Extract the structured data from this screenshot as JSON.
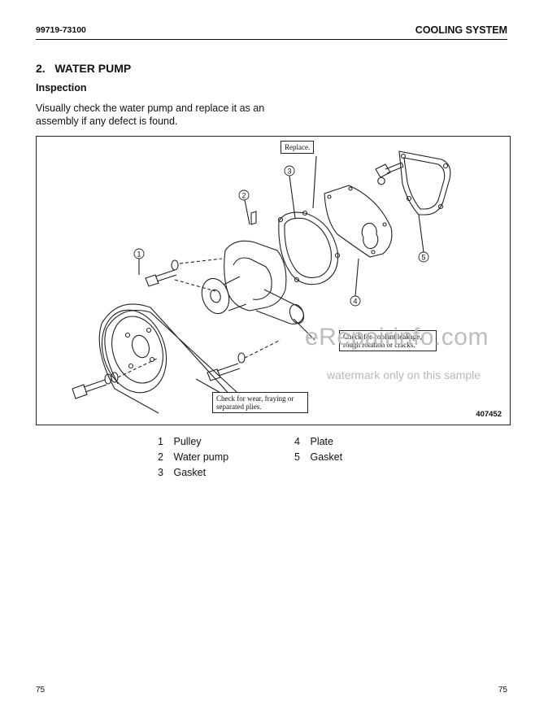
{
  "header": {
    "doc_number": "99719-73100",
    "section": "COOLING SYSTEM"
  },
  "section_title": "2.   WATER PUMP",
  "subsection_title": "Inspection",
  "body_text": "Visually check the water pump and replace it as an assembly if any defect is found.",
  "figure": {
    "callouts": {
      "replace": "Replace.",
      "coolant": "Check for coolant leakage, rough rotation or cracks.",
      "belt": "Check for wear, fraying or separated plies."
    },
    "markers": [
      "1",
      "2",
      "3",
      "4",
      "5"
    ],
    "figure_number": "407452"
  },
  "legend": [
    {
      "num": "1",
      "label": "Pulley"
    },
    {
      "num": "2",
      "label": "Water pump"
    },
    {
      "num": "3",
      "label": "Gasket"
    },
    {
      "num": "4",
      "label": "Plate"
    },
    {
      "num": "5",
      "label": "Gasket"
    }
  ],
  "watermark": {
    "site": "eRepairinfo.com",
    "note": "watermark only on this sample"
  },
  "footer": {
    "page_left": "75",
    "page_right": "75"
  }
}
